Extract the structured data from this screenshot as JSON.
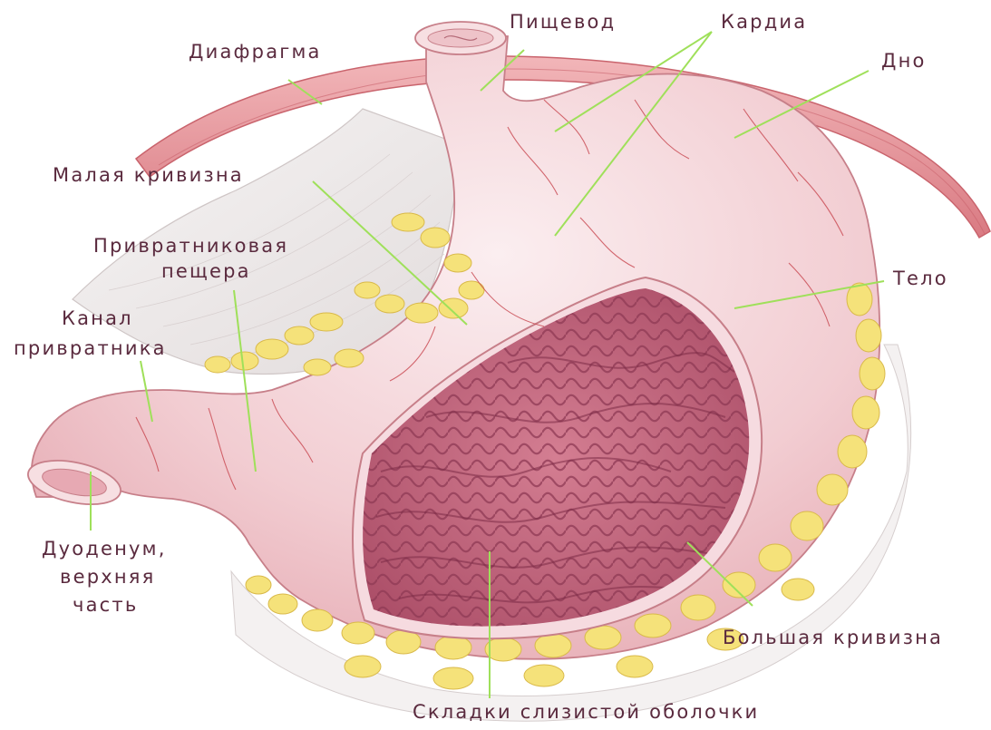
{
  "labels": {
    "esophagus": "Пищевод",
    "cardia": "Кардиа",
    "diaphragm": "Диафрагма",
    "fundus": "Дно",
    "lesser_curvature": "Малая кривизна",
    "pyloric_antrum_line1": "Привратниковая",
    "pyloric_antrum_line2": "пещера",
    "pyloric_canal_line1": "Канал",
    "pyloric_canal_line2": "привратника",
    "body": "Тело",
    "duodenum_line1": "Дуоденум,",
    "duodenum_line2": "верхняя",
    "duodenum_line3": "часть",
    "greater_curvature": "Большая кривизна",
    "mucosal_folds": "Складки слизистой оболочки"
  },
  "colors": {
    "label_text": "#5a2a3e",
    "leader_line": "#9fe05a",
    "stomach_wall": "#f3cfd2",
    "stomach_shade": "#e7a9b0",
    "mucosa": "#c96a7f",
    "mucosa_fold": "#8f3a55",
    "diaphragm": "#e79a9f",
    "fat": "#f5e27a",
    "omentum": "#eeeaea",
    "vessel": "#c8464f"
  }
}
